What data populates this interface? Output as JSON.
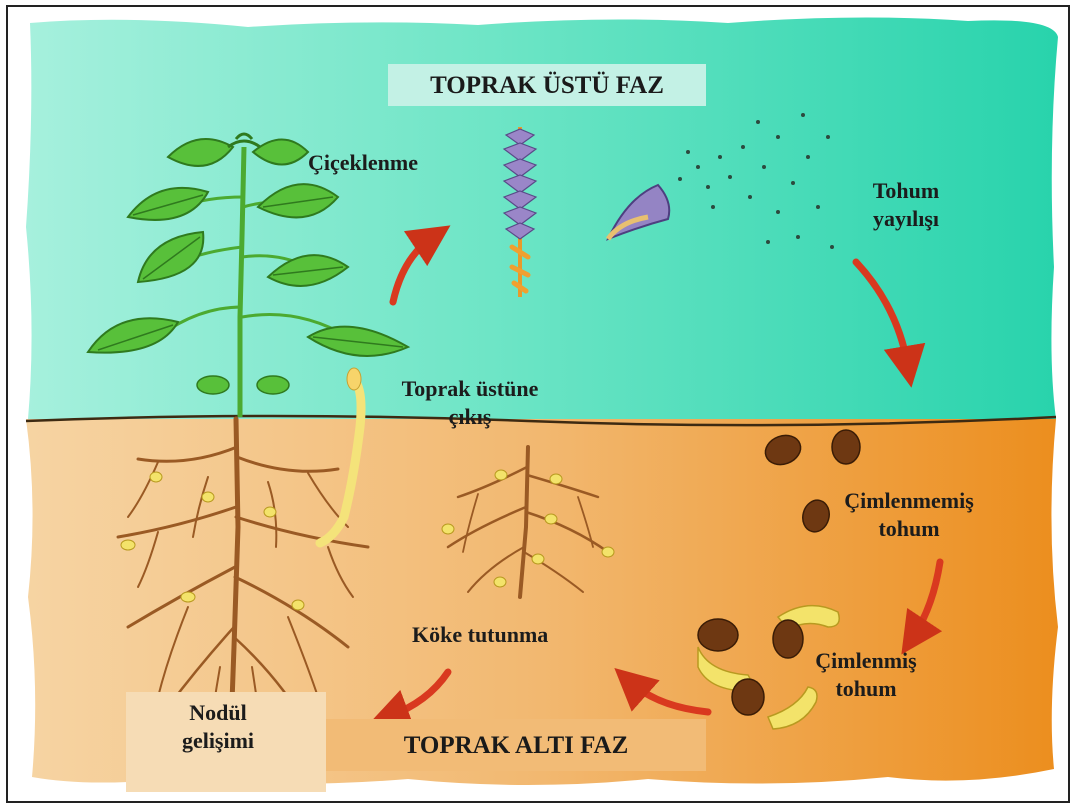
{
  "phases": {
    "above": "TOPRAK ÜSTÜ FAZ",
    "below": "TOPRAK ALTI FAZ"
  },
  "steps": {
    "flowering": "Çiçeklenme",
    "seed_dispersal_1": "Tohum",
    "seed_dispersal_2": "yayılışı",
    "ungerminated_1": "Çimlenmemiş",
    "ungerminated_2": "tohum",
    "germinated_1": "Çimlenmiş",
    "germinated_2": "tohum",
    "root_attachment": "Köke tutunma",
    "emergence_1": "Toprak üstüne",
    "emergence_2": "çıkış",
    "nodule_1": "Nodül",
    "nodule_2": "gelişimi"
  },
  "colors": {
    "sky": "#3fd9b4",
    "sky_light": "#9ff0dc",
    "soil": "#f0a24a",
    "soil_light": "#f3c98e",
    "arrow": "#d9391f",
    "leaf": "#5cc23a",
    "root": "#9a5a24",
    "seed": "#7a3f14"
  }
}
